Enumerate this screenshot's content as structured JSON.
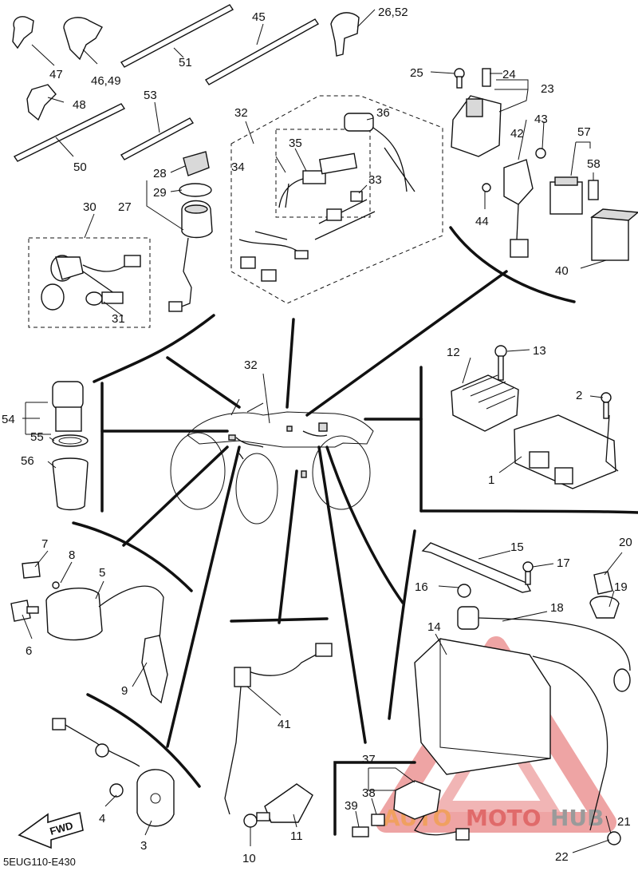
{
  "diagram": {
    "code": "5EUG110-E430",
    "fwd_label": "FWD",
    "watermark": {
      "auto": "AUTO",
      "moto": "MOTO",
      "hub": "HUB",
      "colors": {
        "auto": "#f0a060",
        "moto": "#e06a6a",
        "hub": "#9a9a9a",
        "triangle": "#e05a5a"
      }
    },
    "labels": {
      "p1": "1",
      "p2": "2",
      "p3": "3",
      "p4": "4",
      "p5": "5",
      "p6": "6",
      "p7": "7",
      "p8": "8",
      "p9": "9",
      "p10": "10",
      "p11": "11",
      "p12": "12",
      "p13": "13",
      "p14": "14",
      "p15": "15",
      "p16": "16",
      "p17": "17",
      "p18": "18",
      "p19": "19",
      "p20": "20",
      "p21": "21",
      "p22": "22",
      "p23": "23",
      "p24": "24",
      "p25": "25",
      "p26_52": "26,52",
      "p27": "27",
      "p28": "28",
      "p29": "29",
      "p30": "30",
      "p31": "31",
      "p32_top": "32",
      "p32_mid": "32",
      "p33": "33",
      "p34": "34",
      "p35": "35",
      "p36": "36",
      "p37": "37",
      "p38": "38",
      "p39": "39",
      "p40": "40",
      "p41": "41",
      "p42": "42",
      "p43": "43",
      "p44": "44",
      "p45": "45",
      "p46_49": "46,49",
      "p47": "47",
      "p48": "48",
      "p50": "50",
      "p51": "51",
      "p53": "53",
      "p54": "54",
      "p55": "55",
      "p56": "56",
      "p57": "57",
      "p58": "58"
    }
  }
}
